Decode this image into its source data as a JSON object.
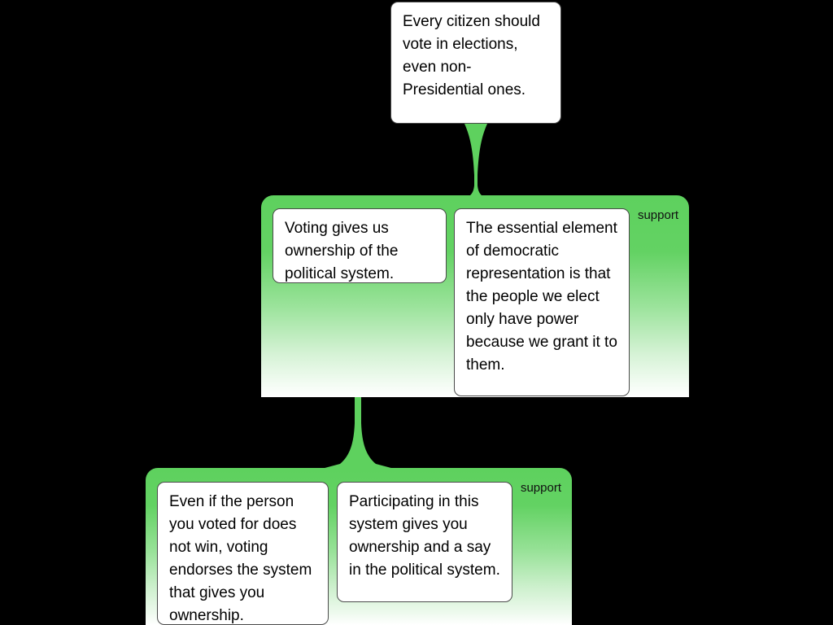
{
  "diagram": {
    "type": "argument-map",
    "background_color": "#000000",
    "accent_color": "#5ed15e",
    "box_fill": "#ffffff",
    "box_border": "#4a4a4a",
    "nodes": {
      "root_claim": {
        "text": "Every citizen should vote in elections, even non-Presidential ones."
      },
      "reason_1a": {
        "text": "Voting gives us ownership of the political system."
      },
      "reason_1b": {
        "text": "The essential element of democratic representation is that the people we elect only have power because we grant it to them."
      },
      "reason_2a": {
        "text": "Even if the person you voted for does not win, voting endorses the system that gives you ownership."
      },
      "reason_2b": {
        "text": "Participating in this system gives you ownership and a say in the political system."
      }
    },
    "groups": {
      "support_group_1": {
        "label": "support"
      },
      "support_group_2": {
        "label": "support"
      }
    },
    "connectors": {
      "root_to_group_1": {
        "kind": "support-link"
      },
      "reason_1a_to_group_2": {
        "kind": "support-link"
      }
    }
  }
}
